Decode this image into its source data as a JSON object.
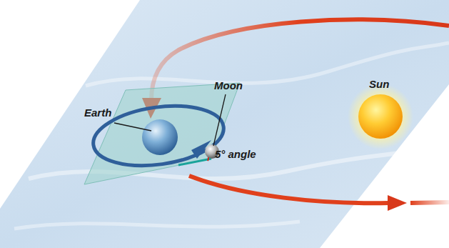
{
  "diagram": {
    "labels": [
      "Earth",
      "Moon",
      "5° angle",
      "Sun"
    ]
  }
}
